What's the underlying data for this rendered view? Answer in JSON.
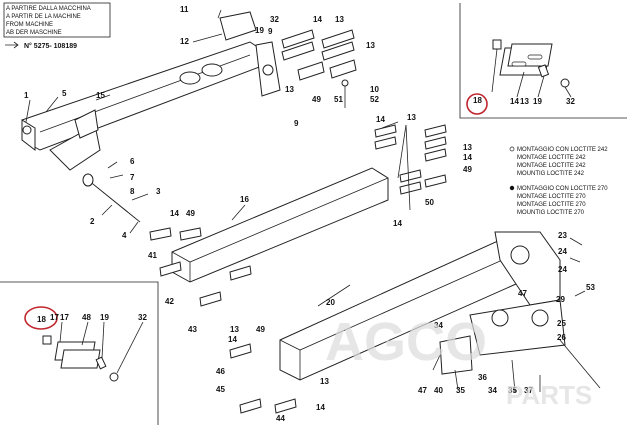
{
  "header": {
    "lines": [
      "A PARTIRE DALLA MACCHINA",
      "A PARTIR DE LA MACHINE",
      "FROM MACHINE",
      "AB DER MASCHINE"
    ],
    "serial": "N° 5275- 108189"
  },
  "legend": {
    "loctite242": [
      "MONTAGGIO CON LOCTITE 242",
      "MONTAGE LOCTITE 242",
      "MONTAGE LOCTITE 242",
      "MOUNTIG LOCTITE 242"
    ],
    "loctite270": [
      "MONTAGGIO CON LOCTITE 270",
      "MONTAGE LOCTITE 270",
      "MONTAGE LOCTITE 270",
      "MOUNTIG LOCTITE 270"
    ]
  },
  "callouts": {
    "top_right": "18",
    "bottom_left": "18"
  },
  "labels": [
    {
      "id": "1",
      "t": "1"
    },
    {
      "id": "2",
      "t": "2"
    },
    {
      "id": "3",
      "t": "3"
    },
    {
      "id": "4",
      "t": "4"
    },
    {
      "id": "5",
      "t": "5"
    },
    {
      "id": "6",
      "t": "6"
    },
    {
      "id": "7",
      "t": "7"
    },
    {
      "id": "8",
      "t": "8"
    },
    {
      "id": "9a",
      "t": "9"
    },
    {
      "id": "9b",
      "t": "9"
    },
    {
      "id": "10",
      "t": "10"
    },
    {
      "id": "11",
      "t": "11"
    },
    {
      "id": "12",
      "t": "12"
    },
    {
      "id": "13a",
      "t": "13"
    },
    {
      "id": "13b",
      "t": "13"
    },
    {
      "id": "13c",
      "t": "13"
    },
    {
      "id": "13d",
      "t": "13"
    },
    {
      "id": "13e",
      "t": "13"
    },
    {
      "id": "13f",
      "t": "13"
    },
    {
      "id": "13g",
      "t": "13"
    },
    {
      "id": "13h",
      "t": "13"
    },
    {
      "id": "14a",
      "t": "14"
    },
    {
      "id": "14b",
      "t": "14"
    },
    {
      "id": "14c",
      "t": "14"
    },
    {
      "id": "14d",
      "t": "14"
    },
    {
      "id": "14e",
      "t": "14"
    },
    {
      "id": "14f",
      "t": "14"
    },
    {
      "id": "14g",
      "t": "14"
    },
    {
      "id": "14h",
      "t": "14"
    },
    {
      "id": "15",
      "t": "15"
    },
    {
      "id": "16",
      "t": "16"
    },
    {
      "id": "17",
      "t": "17"
    },
    {
      "id": "19a",
      "t": "19"
    },
    {
      "id": "19b",
      "t": "19"
    },
    {
      "id": "19c",
      "t": "19"
    },
    {
      "id": "20",
      "t": "20"
    },
    {
      "id": "23",
      "t": "23"
    },
    {
      "id": "24a",
      "t": "24"
    },
    {
      "id": "24b",
      "t": "24"
    },
    {
      "id": "25",
      "t": "25"
    },
    {
      "id": "26",
      "t": "26"
    },
    {
      "id": "29",
      "t": "29"
    },
    {
      "id": "32a",
      "t": "32"
    },
    {
      "id": "32b",
      "t": "32"
    },
    {
      "id": "32c",
      "t": "32"
    },
    {
      "id": "34a",
      "t": "34"
    },
    {
      "id": "34b",
      "t": "34"
    },
    {
      "id": "35a",
      "t": "35"
    },
    {
      "id": "35b",
      "t": "35"
    },
    {
      "id": "36",
      "t": "36"
    },
    {
      "id": "37",
      "t": "37"
    },
    {
      "id": "40",
      "t": "40"
    },
    {
      "id": "41",
      "t": "41"
    },
    {
      "id": "42",
      "t": "42"
    },
    {
      "id": "43",
      "t": "43"
    },
    {
      "id": "44",
      "t": "44"
    },
    {
      "id": "45",
      "t": "45"
    },
    {
      "id": "46",
      "t": "46"
    },
    {
      "id": "47a",
      "t": "47"
    },
    {
      "id": "47b",
      "t": "47"
    },
    {
      "id": "48",
      "t": "48"
    },
    {
      "id": "49a",
      "t": "49"
    },
    {
      "id": "49b",
      "t": "49"
    },
    {
      "id": "49c",
      "t": "49"
    },
    {
      "id": "49d",
      "t": "49"
    },
    {
      "id": "50",
      "t": "50"
    },
    {
      "id": "51",
      "t": "51"
    },
    {
      "id": "52",
      "t": "52"
    },
    {
      "id": "53",
      "t": "53"
    },
    {
      "id": "17b",
      "t": "17"
    }
  ],
  "watermark": {
    "line1": "AGCO",
    "line2": "PARTS"
  }
}
